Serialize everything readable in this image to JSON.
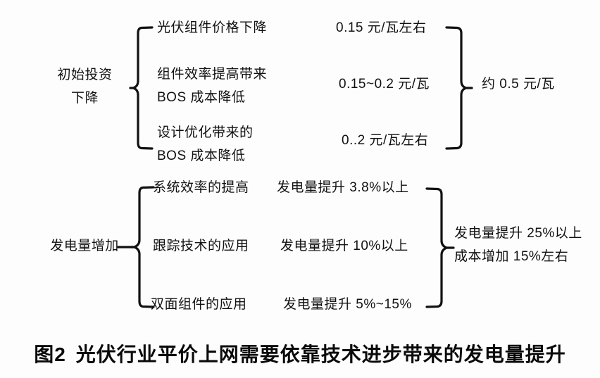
{
  "figure": {
    "caption_number": "图2",
    "caption_text": "光伏行业平价上网需要依靠技术进步带来的发电量提升"
  },
  "groups": [
    {
      "id": "initial-investment-reduction",
      "root_label_line1": "初始投资",
      "root_label_line2": "下降",
      "items": [
        {
          "cause_line1": "光伏组件价格下降",
          "cause_line2": "",
          "effect": "0.15 元/瓦左右"
        },
        {
          "cause_line1": "组件效率提高带来",
          "cause_line2": "BOS 成本降低",
          "effect": "0.15~0.2 元/瓦"
        },
        {
          "cause_line1": "设计优化带来的",
          "cause_line2": "BOS 成本降低",
          "effect": "0..2 元/瓦左右"
        }
      ],
      "summary_line1": "约 0.5 元/瓦",
      "summary_line2": ""
    },
    {
      "id": "power-generation-increase",
      "root_label_line1": "发电量增加",
      "root_label_line2": "",
      "items": [
        {
          "cause_line1": "系统效率的提高",
          "cause_line2": "",
          "effect": "发电量提升 3.8%以上"
        },
        {
          "cause_line1": "跟踪技术的应用",
          "cause_line2": "",
          "effect": "发电量提升 10%以上"
        },
        {
          "cause_line1": "双面组件的应用",
          "cause_line2": "",
          "effect": "发电量提升 5%~15%"
        }
      ],
      "summary_line1": "发电量提升 25%以上",
      "summary_line2": "成本增加 15%左右"
    }
  ],
  "colors": {
    "ink": "#111111",
    "background": "#fdfdfd"
  }
}
